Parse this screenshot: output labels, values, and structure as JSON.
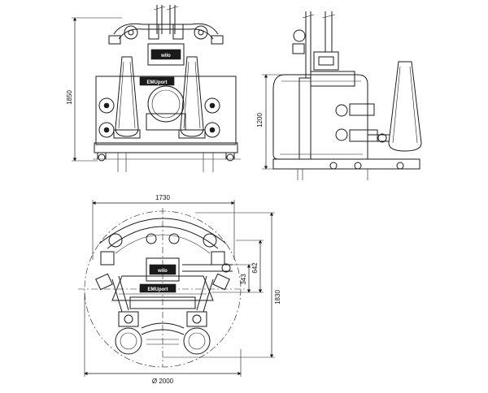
{
  "front_view": {
    "dim_height": "1850",
    "logo_wilo": "wilo",
    "logo_emuport": "EMUport"
  },
  "side_view": {
    "dim_height": "1200"
  },
  "plan_view": {
    "dim_width": "1730",
    "dim_depth": "1830",
    "dim_offset_a": "642",
    "dim_offset_b": "343",
    "dim_diameter": "Ø 2000",
    "logo_wilo": "wilo",
    "logo_emuport": "EMUport"
  }
}
